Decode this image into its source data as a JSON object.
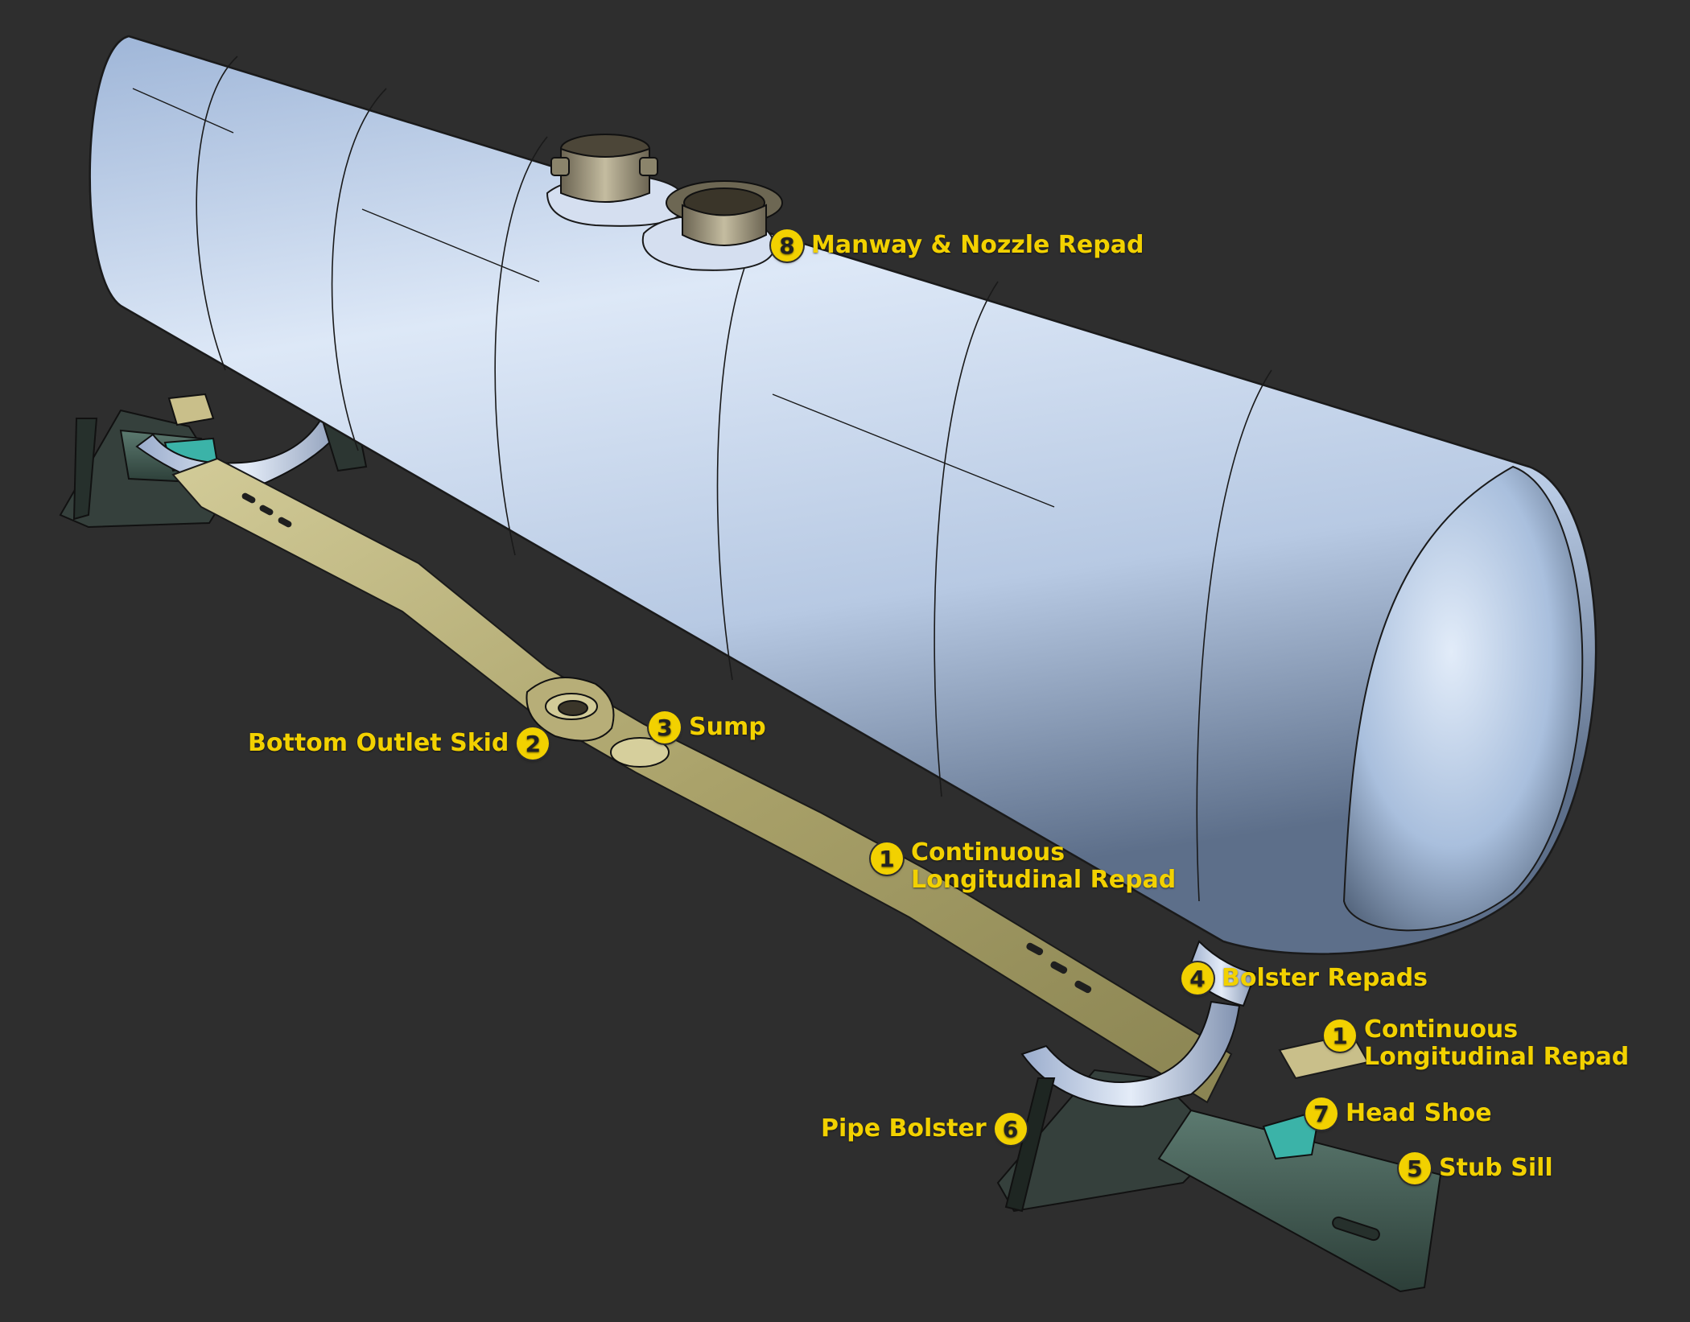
{
  "callouts": {
    "manway": {
      "num": "8",
      "text": "Manway & Nozzle Repad"
    },
    "skid": {
      "num": "2",
      "text": "Bottom Outlet Skid"
    },
    "sump": {
      "num": "3",
      "text": "Sump"
    },
    "repad_center": {
      "num": "1",
      "line1": "Continuous",
      "line2": "Longitudinal Repad"
    },
    "bolster_repads": {
      "num": "4",
      "text": "Bolster Repads"
    },
    "repad_end": {
      "num": "1",
      "line1": "Continuous",
      "line2": "Longitudinal Repad"
    },
    "head_shoe": {
      "num": "7",
      "text": "Head Shoe"
    },
    "pipe_bolster": {
      "num": "6",
      "text": "Pipe Bolster"
    },
    "stub_sill": {
      "num": "5",
      "text": "Stub Sill"
    }
  },
  "colors": {
    "background": "#2e2e2e",
    "callout_yellow": "#f2d100",
    "tank": "#c8d8ee",
    "repad": "#b8b07a",
    "sill": "#3f5a52"
  }
}
